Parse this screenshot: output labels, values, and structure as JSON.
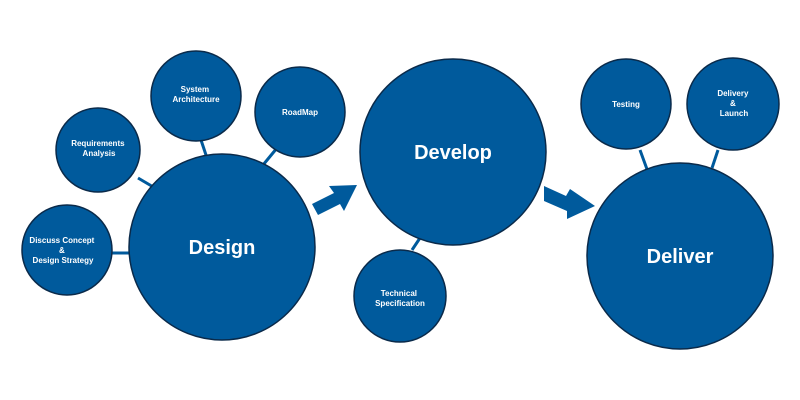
{
  "colors": {
    "node_fill": "#005a9c",
    "node_stroke": "#0a2a4a",
    "text": "#ffffff"
  },
  "phases": {
    "design": "Design",
    "develop": "Develop",
    "deliver": "Deliver"
  },
  "design_steps": {
    "discuss_concept": [
      "Discuss Concept",
      "&",
      "Design Strategy"
    ],
    "requirements_analysis": [
      "Requirements",
      "Analysis"
    ],
    "system_architecture": [
      "System",
      "Architecture"
    ],
    "roadmap": [
      "RoadMap"
    ]
  },
  "develop_steps": {
    "technical_specification": [
      "Technical",
      "Specification"
    ]
  },
  "deliver_steps": {
    "testing": [
      "Testing"
    ],
    "delivery_launch": [
      "Delivery",
      "&",
      "Launch"
    ]
  }
}
